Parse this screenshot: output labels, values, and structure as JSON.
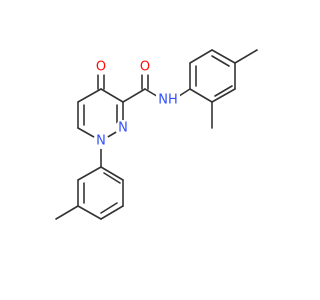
{
  "molecule": {
    "colors": {
      "bond": "#333333",
      "oxygen": "#ff0d0d",
      "nitrogen": "#3050f8"
    },
    "labels": {
      "ketone_oxygen": "O",
      "amide_oxygen": "O",
      "amide_nh": "NH",
      "ring_n1": "N",
      "ring_n2": "N"
    }
  }
}
